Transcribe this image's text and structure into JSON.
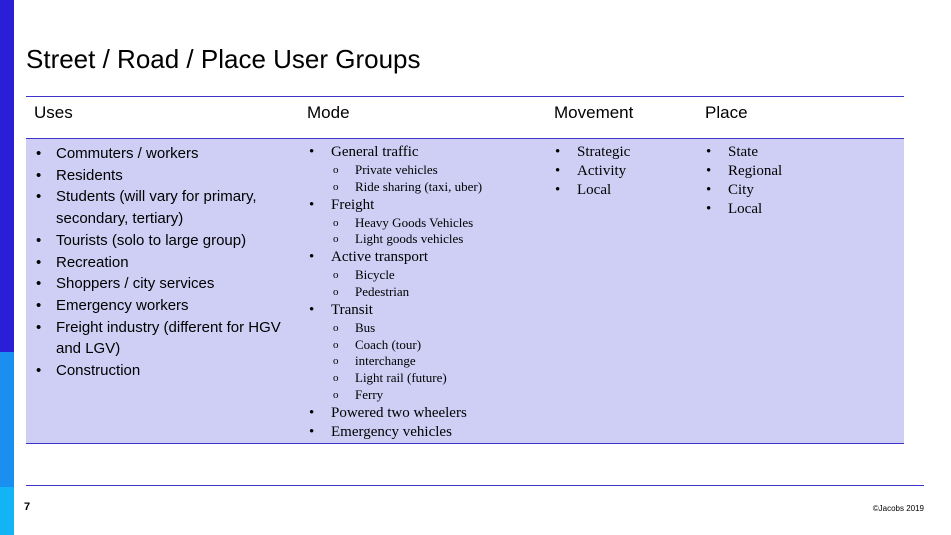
{
  "title": "Street / Road / Place User Groups",
  "table": {
    "headers": [
      "Uses",
      "Mode",
      "Movement",
      "Place"
    ],
    "uses": [
      "Commuters / workers",
      "Residents",
      "Students (will vary for primary, secondary, tertiary)",
      "Tourists (solo to large group)",
      "Recreation",
      "Shoppers / city services",
      "Emergency workers",
      "Freight industry (different for HGV and LGV)",
      "Construction"
    ],
    "mode": [
      {
        "label": "General traffic",
        "sub": [
          "Private vehicles",
          "Ride sharing (taxi, uber)"
        ]
      },
      {
        "label": "Freight",
        "sub": [
          "Heavy Goods Vehicles",
          "Light goods vehicles"
        ]
      },
      {
        "label": "Active transport",
        "sub": [
          "Bicycle",
          "Pedestrian"
        ]
      },
      {
        "label": "Transit",
        "sub": [
          "Bus",
          "Coach (tour)",
          "interchange",
          "Light rail (future)",
          "Ferry"
        ]
      },
      {
        "label": "Powered two wheelers",
        "sub": []
      },
      {
        "label": "Emergency vehicles",
        "sub": []
      }
    ],
    "movement": [
      "Strategic",
      "Activity",
      "Local"
    ],
    "place": [
      "State",
      "Regional",
      "City",
      "Local"
    ]
  },
  "footer": {
    "page_number": "7",
    "copyright": "©Jacobs 2019"
  },
  "colors": {
    "accent_dark": "#2a1fd6",
    "accent_mid": "#1b8ff0",
    "accent_light": "#12b4f5",
    "table_body": "#cfcff5",
    "rule": "#3d35c9"
  }
}
